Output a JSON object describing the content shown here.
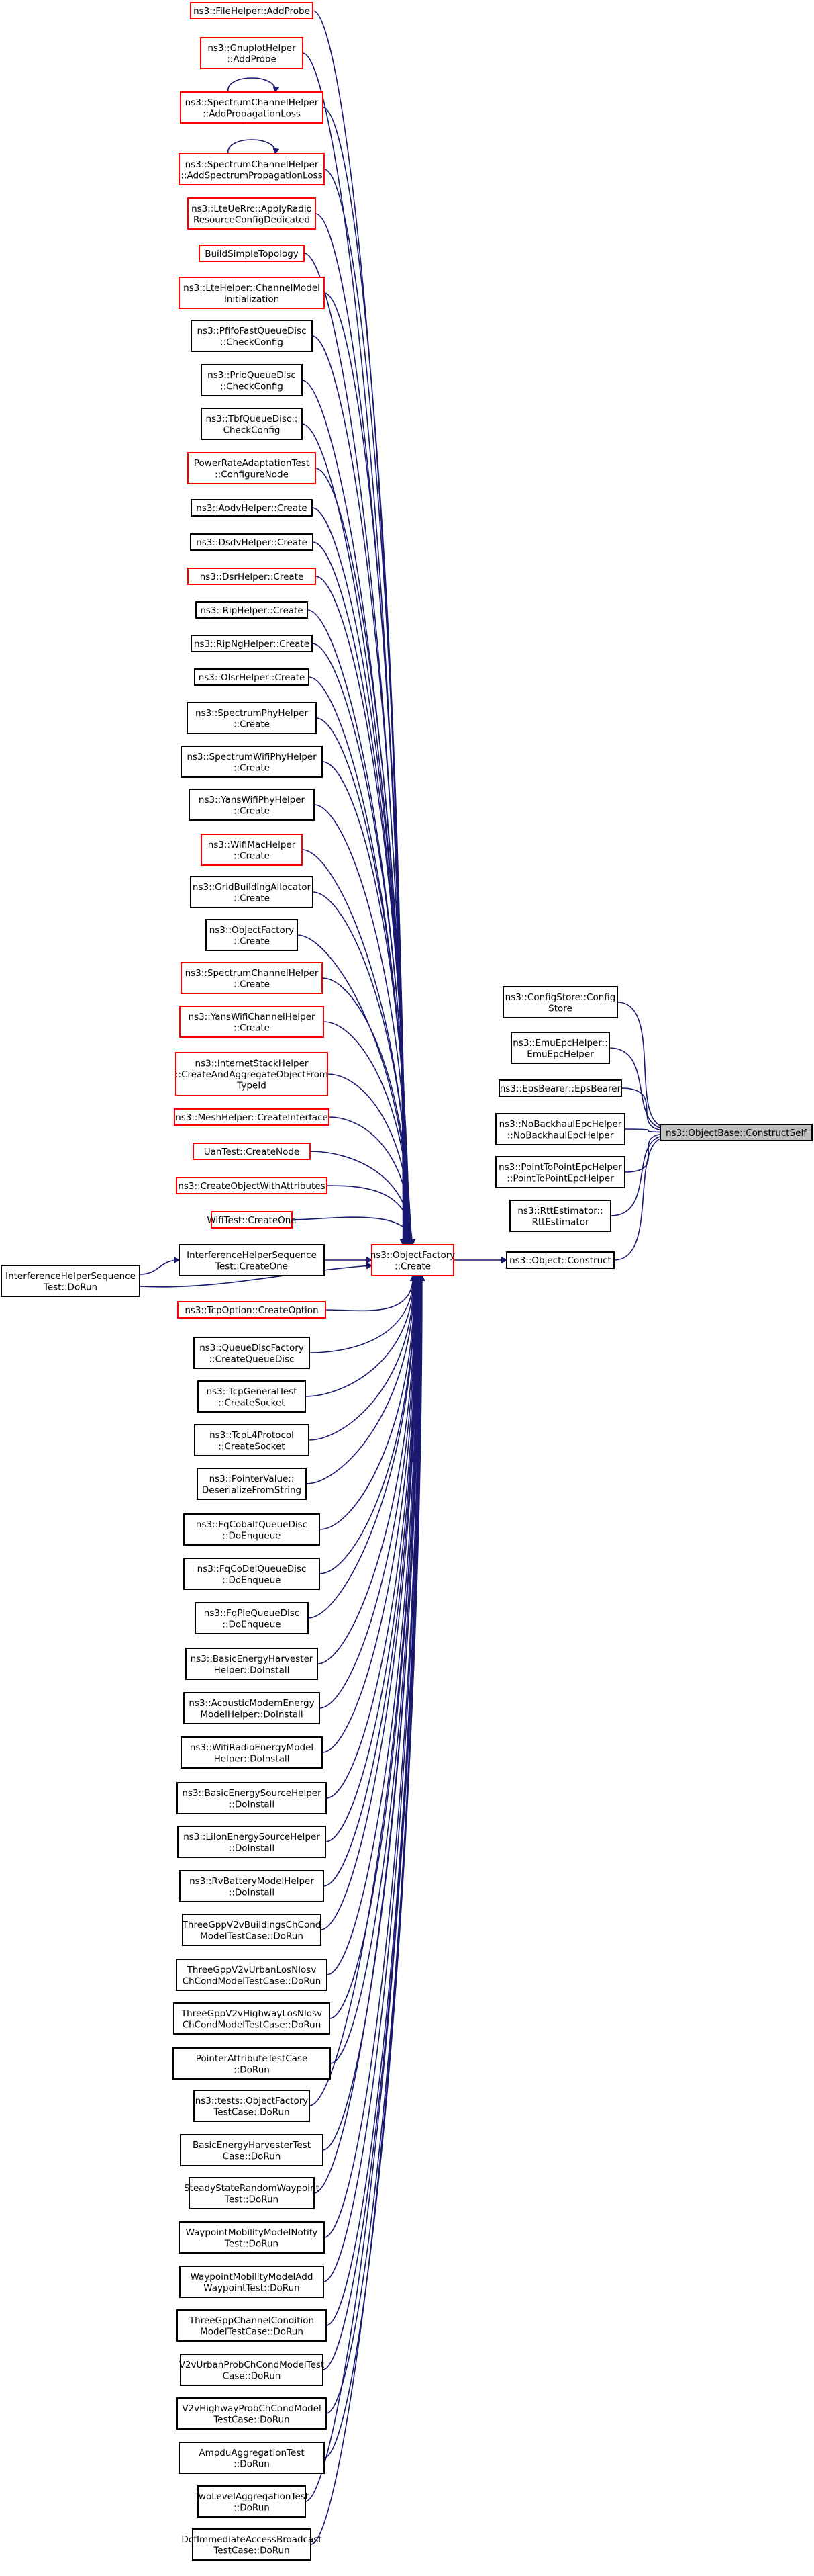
{
  "graph": {
    "edge_color": "#191970",
    "target": {
      "id": "construct_self",
      "lines": [
        "ns3::ObjectBase::ConstructSelf"
      ]
    },
    "middle": [
      {
        "id": "config_store",
        "lines": [
          "ns3::ConfigStore::Config",
          "Store"
        ]
      },
      {
        "id": "emu_epc",
        "lines": [
          "ns3::EmuEpcHelper::",
          "EmuEpcHelper"
        ]
      },
      {
        "id": "eps_bearer",
        "lines": [
          "ns3::EpsBearer::EpsBearer"
        ]
      },
      {
        "id": "no_backhaul",
        "lines": [
          "ns3::NoBackhaulEpcHelper",
          "::NoBackhaulEpcHelper"
        ]
      },
      {
        "id": "p2p_epc",
        "lines": [
          "ns3::PointToPointEpcHelper",
          "::PointToPointEpcHelper"
        ]
      },
      {
        "id": "rtt_estimator",
        "lines": [
          "ns3::RttEstimator::",
          "RttEstimator"
        ]
      },
      {
        "id": "object_construct",
        "lines": [
          "ns3::Object::Construct"
        ]
      }
    ],
    "factory": {
      "id": "factory_create",
      "lines": [
        "ns3::ObjectFactory",
        "::Create"
      ]
    },
    "interference_dorun": {
      "id": "interference_dorun",
      "lines": [
        "InterferenceHelperSequence",
        "Test::DoRun"
      ]
    },
    "callers": [
      {
        "id": "c0",
        "lines": [
          "ns3::FileHelper::AddProbe"
        ],
        "red": true
      },
      {
        "id": "c1",
        "lines": [
          "ns3::GnuplotHelper",
          "::AddProbe"
        ],
        "red": true
      },
      {
        "id": "c2",
        "lines": [
          "ns3::SpectrumChannelHelper",
          "::AddPropagationLoss"
        ],
        "red": true,
        "self_loop": true
      },
      {
        "id": "c3",
        "lines": [
          "ns3::SpectrumChannelHelper",
          "::AddSpectrumPropagationLoss"
        ],
        "red": true,
        "self_loop": true
      },
      {
        "id": "c4",
        "lines": [
          "ns3::LteUeRrc::ApplyRadio",
          "ResourceConfigDedicated"
        ],
        "red": true
      },
      {
        "id": "c5",
        "lines": [
          "BuildSimpleTopology"
        ],
        "red": true
      },
      {
        "id": "c6",
        "lines": [
          "ns3::LteHelper::ChannelModel",
          "Initialization"
        ],
        "red": true
      },
      {
        "id": "c7",
        "lines": [
          "ns3::PfifoFastQueueDisc",
          "::CheckConfig"
        ],
        "red": false
      },
      {
        "id": "c8",
        "lines": [
          "ns3::PrioQueueDisc",
          "::CheckConfig"
        ],
        "red": false
      },
      {
        "id": "c9",
        "lines": [
          "ns3::TbfQueueDisc::",
          "CheckConfig"
        ],
        "red": false
      },
      {
        "id": "c10",
        "lines": [
          "PowerRateAdaptationTest",
          "::ConfigureNode"
        ],
        "red": true
      },
      {
        "id": "c11",
        "lines": [
          "ns3::AodvHelper::Create"
        ],
        "red": false
      },
      {
        "id": "c12",
        "lines": [
          "ns3::DsdvHelper::Create"
        ],
        "red": false
      },
      {
        "id": "c13",
        "lines": [
          "ns3::DsrHelper::Create"
        ],
        "red": true
      },
      {
        "id": "c14",
        "lines": [
          "ns3::RipHelper::Create"
        ],
        "red": false
      },
      {
        "id": "c15",
        "lines": [
          "ns3::RipNgHelper::Create"
        ],
        "red": false
      },
      {
        "id": "c16",
        "lines": [
          "ns3::OlsrHelper::Create"
        ],
        "red": false
      },
      {
        "id": "c17",
        "lines": [
          "ns3::SpectrumPhyHelper",
          "::Create"
        ],
        "red": false
      },
      {
        "id": "c18",
        "lines": [
          "ns3::SpectrumWifiPhyHelper",
          "::Create"
        ],
        "red": false
      },
      {
        "id": "c19",
        "lines": [
          "ns3::YansWifiPhyHelper",
          "::Create"
        ],
        "red": false
      },
      {
        "id": "c20",
        "lines": [
          "ns3::WifiMacHelper",
          "::Create"
        ],
        "red": true
      },
      {
        "id": "c21",
        "lines": [
          "ns3::GridBuildingAllocator",
          "::Create"
        ],
        "red": false
      },
      {
        "id": "c22",
        "lines": [
          "ns3::ObjectFactory",
          "::Create"
        ],
        "red": false
      },
      {
        "id": "c23",
        "lines": [
          "ns3::SpectrumChannelHelper",
          "::Create"
        ],
        "red": true
      },
      {
        "id": "c24",
        "lines": [
          "ns3::YansWifiChannelHelper",
          "::Create"
        ],
        "red": true
      },
      {
        "id": "c25",
        "lines": [
          "ns3::InternetStackHelper",
          "::CreateAndAggregateObjectFrom",
          "TypeId"
        ],
        "red": true
      },
      {
        "id": "c26",
        "lines": [
          "ns3::MeshHelper::CreateInterface"
        ],
        "red": true
      },
      {
        "id": "c27",
        "lines": [
          "UanTest::CreateNode"
        ],
        "red": true
      },
      {
        "id": "c28",
        "lines": [
          "ns3::CreateObjectWithAttributes"
        ],
        "red": true
      },
      {
        "id": "c29",
        "lines": [
          "WifiTest::CreateOne"
        ],
        "red": true
      },
      {
        "id": "c30",
        "lines": [
          "InterferenceHelperSequence",
          "Test::CreateOne"
        ],
        "red": false
      },
      {
        "id": "c31",
        "lines": [
          "ns3::TcpOption::CreateOption"
        ],
        "red": true
      },
      {
        "id": "c32",
        "lines": [
          "ns3::QueueDiscFactory",
          "::CreateQueueDisc"
        ],
        "red": false
      },
      {
        "id": "c33",
        "lines": [
          "ns3::TcpGeneralTest",
          "::CreateSocket"
        ],
        "red": false
      },
      {
        "id": "c34",
        "lines": [
          "ns3::TcpL4Protocol",
          "::CreateSocket"
        ],
        "red": false
      },
      {
        "id": "c35",
        "lines": [
          "ns3::PointerValue::",
          "DeserializeFromString"
        ],
        "red": false
      },
      {
        "id": "c36",
        "lines": [
          "ns3::FqCobaltQueueDisc",
          "::DoEnqueue"
        ],
        "red": false
      },
      {
        "id": "c37",
        "lines": [
          "ns3::FqCoDelQueueDisc",
          "::DoEnqueue"
        ],
        "red": false
      },
      {
        "id": "c38",
        "lines": [
          "ns3::FqPieQueueDisc",
          "::DoEnqueue"
        ],
        "red": false
      },
      {
        "id": "c39",
        "lines": [
          "ns3::BasicEnergyHarvester",
          "Helper::DoInstall"
        ],
        "red": false
      },
      {
        "id": "c40",
        "lines": [
          "ns3::AcousticModemEnergy",
          "ModelHelper::DoInstall"
        ],
        "red": false
      },
      {
        "id": "c41",
        "lines": [
          "ns3::WifiRadioEnergyModel",
          "Helper::DoInstall"
        ],
        "red": false
      },
      {
        "id": "c42",
        "lines": [
          "ns3::BasicEnergySourceHelper",
          "::DoInstall"
        ],
        "red": false
      },
      {
        "id": "c43",
        "lines": [
          "ns3::LiIonEnergySourceHelper",
          "::DoInstall"
        ],
        "red": false
      },
      {
        "id": "c44",
        "lines": [
          "ns3::RvBatteryModelHelper",
          "::DoInstall"
        ],
        "red": false
      },
      {
        "id": "c45",
        "lines": [
          "ThreeGppV2vBuildingsChCond",
          "ModelTestCase::DoRun"
        ],
        "red": false
      },
      {
        "id": "c46",
        "lines": [
          "ThreeGppV2vUrbanLosNlosv",
          "ChCondModelTestCase::DoRun"
        ],
        "red": false
      },
      {
        "id": "c47",
        "lines": [
          "ThreeGppV2vHighwayLosNlosv",
          "ChCondModelTestCase::DoRun"
        ],
        "red": false
      },
      {
        "id": "c48",
        "lines": [
          "PointerAttributeTestCase",
          "::DoRun"
        ],
        "red": false
      },
      {
        "id": "c49",
        "lines": [
          "ns3::tests::ObjectFactory",
          "TestCase::DoRun"
        ],
        "red": false
      },
      {
        "id": "c50",
        "lines": [
          "BasicEnergyHarvesterTest",
          "Case::DoRun"
        ],
        "red": false
      },
      {
        "id": "c51",
        "lines": [
          "SteadyStateRandomWaypoint",
          "Test::DoRun"
        ],
        "red": false
      },
      {
        "id": "c52",
        "lines": [
          "WaypointMobilityModelNotify",
          "Test::DoRun"
        ],
        "red": false
      },
      {
        "id": "c53",
        "lines": [
          "WaypointMobilityModelAdd",
          "WaypointTest::DoRun"
        ],
        "red": false
      },
      {
        "id": "c54",
        "lines": [
          "ThreeGppChannelCondition",
          "ModelTestCase::DoRun"
        ],
        "red": false
      },
      {
        "id": "c55",
        "lines": [
          "V2vUrbanProbChCondModelTest",
          "Case::DoRun"
        ],
        "red": false
      },
      {
        "id": "c56",
        "lines": [
          "V2vHighwayProbChCondModel",
          "TestCase::DoRun"
        ],
        "red": false
      },
      {
        "id": "c57",
        "lines": [
          "AmpduAggregationTest",
          "::DoRun"
        ],
        "red": false
      },
      {
        "id": "c58",
        "lines": [
          "TwoLevelAggregationTest",
          "::DoRun"
        ],
        "red": false
      },
      {
        "id": "c59",
        "lines": [
          "DcfImmediateAccessBroadcast",
          "TestCase::DoRun"
        ],
        "red": false
      }
    ]
  }
}
